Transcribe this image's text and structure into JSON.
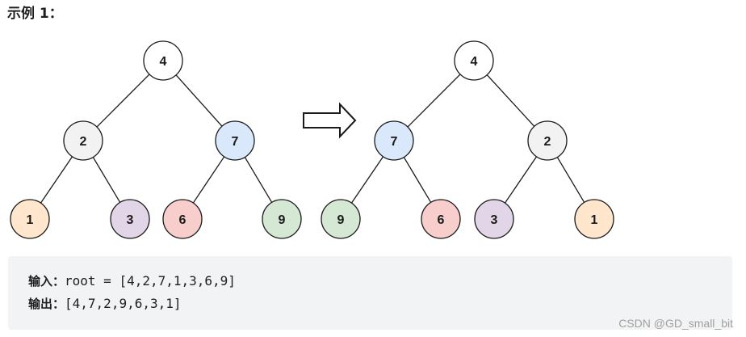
{
  "heading": "示例 1：",
  "colors": {
    "node_stroke": "#1a1a1a",
    "edge_stroke": "#1a1a1a",
    "arrow_fill": "#ffffff"
  },
  "trees": [
    {
      "name": "input-tree",
      "nodes": [
        {
          "id": "a4",
          "label": "4",
          "fill": "#ffffff"
        },
        {
          "id": "a2",
          "label": "2",
          "fill": "#f2f2f2"
        },
        {
          "id": "a7",
          "label": "7",
          "fill": "#dae8fc"
        },
        {
          "id": "a1",
          "label": "1",
          "fill": "#ffe6cc"
        },
        {
          "id": "a3",
          "label": "3",
          "fill": "#e1d5e7"
        },
        {
          "id": "a6",
          "label": "6",
          "fill": "#f8cecc"
        },
        {
          "id": "a9",
          "label": "9",
          "fill": "#d5e8d4"
        }
      ],
      "edges": [
        [
          "a4",
          "a2"
        ],
        [
          "a4",
          "a7"
        ],
        [
          "a2",
          "a1"
        ],
        [
          "a2",
          "a3"
        ],
        [
          "a7",
          "a6"
        ],
        [
          "a7",
          "a9"
        ]
      ]
    },
    {
      "name": "output-tree",
      "nodes": [
        {
          "id": "b4",
          "label": "4",
          "fill": "#ffffff"
        },
        {
          "id": "b7",
          "label": "7",
          "fill": "#dae8fc"
        },
        {
          "id": "b2",
          "label": "2",
          "fill": "#f2f2f2"
        },
        {
          "id": "b9",
          "label": "9",
          "fill": "#d5e8d4"
        },
        {
          "id": "b6",
          "label": "6",
          "fill": "#f8cecc"
        },
        {
          "id": "b3",
          "label": "3",
          "fill": "#e1d5e7"
        },
        {
          "id": "b1",
          "label": "1",
          "fill": "#ffe6cc"
        }
      ],
      "edges": [
        [
          "b4",
          "b7"
        ],
        [
          "b4",
          "b2"
        ],
        [
          "b7",
          "b9"
        ],
        [
          "b7",
          "b6"
        ],
        [
          "b2",
          "b3"
        ],
        [
          "b2",
          "b1"
        ]
      ]
    }
  ],
  "example": {
    "input_label": "输入：",
    "input_value": "root = [4,2,7,1,3,6,9]",
    "output_label": "输出：",
    "output_value": "[4,7,2,9,6,3,1]"
  },
  "watermark": "CSDN @GD_small_bit"
}
